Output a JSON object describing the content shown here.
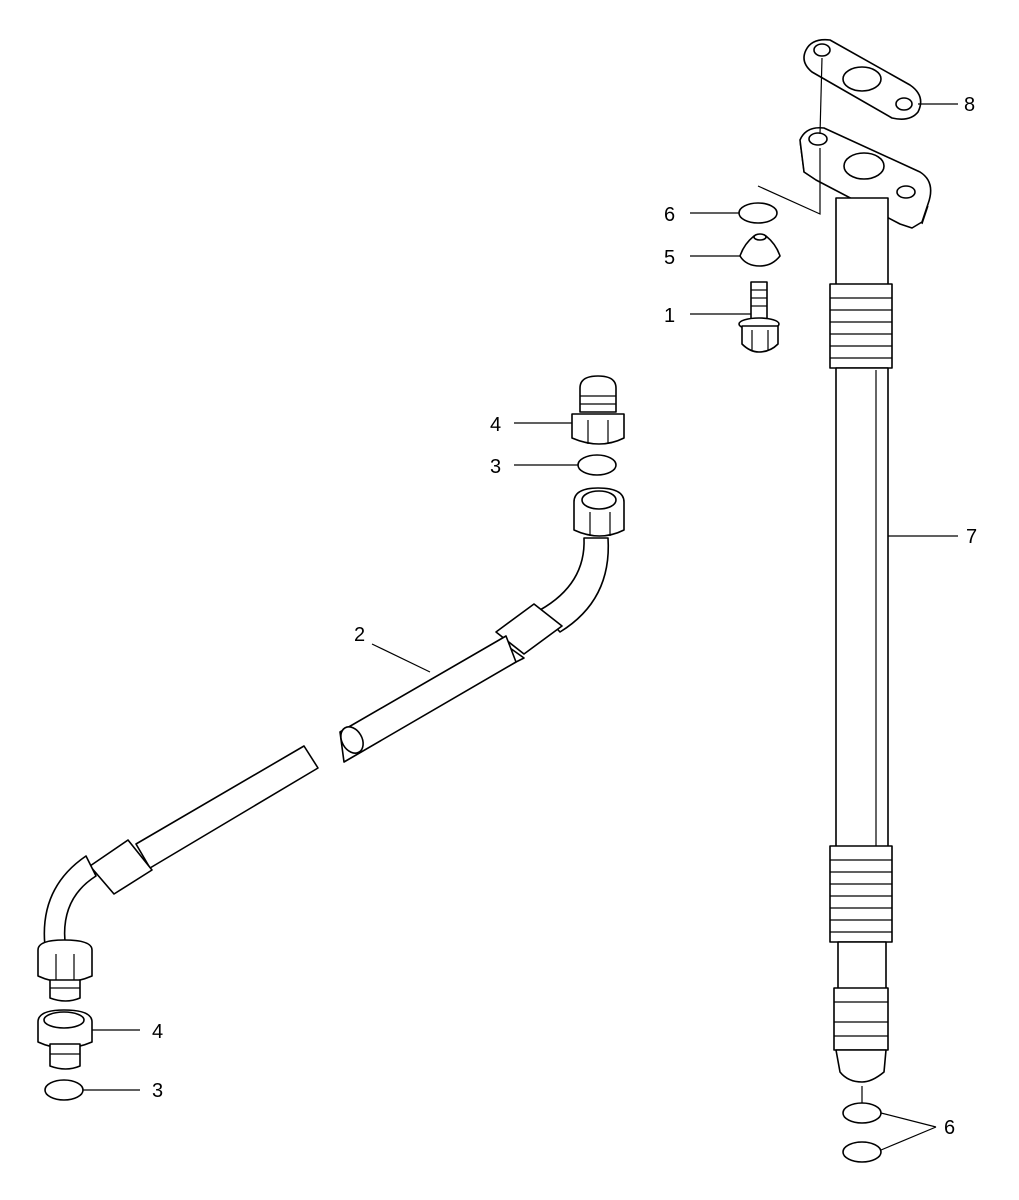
{
  "callouts": {
    "c1": "1",
    "c2": "2",
    "c3_top": "3",
    "c3_bottom": "3",
    "c4_top": "4",
    "c4_bottom": "4",
    "c5": "5",
    "c6_top": "6",
    "c6_bottom": "6",
    "c7": "7",
    "c8": "8"
  },
  "colors": {
    "line": "#000000",
    "background": "#ffffff"
  }
}
